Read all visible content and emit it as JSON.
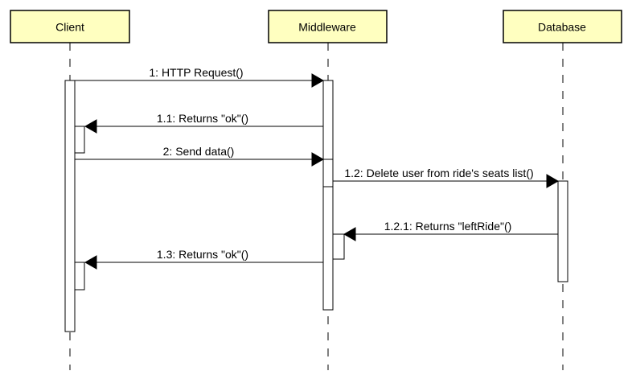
{
  "colors": {
    "participant_fill": "#ffffc0",
    "line": "#000000",
    "activation_fill": "#ffffff"
  },
  "participants": [
    {
      "id": "client",
      "name": "Client"
    },
    {
      "id": "middleware",
      "name": "Middleware"
    },
    {
      "id": "database",
      "name": "Database"
    }
  ],
  "messages": [
    {
      "id": "m1",
      "label": "1: HTTP Request()",
      "from": "client",
      "to": "middleware",
      "kind": "sync"
    },
    {
      "id": "m1_1",
      "label": "1.1: Returns \"ok\"()",
      "from": "middleware",
      "to": "client",
      "kind": "sync"
    },
    {
      "id": "m2",
      "label": "2: Send data()",
      "from": "client",
      "to": "middleware",
      "kind": "sync"
    },
    {
      "id": "m1_2",
      "label": "1.2: Delete user from ride's seats list()",
      "from": "middleware",
      "to": "database",
      "kind": "sync"
    },
    {
      "id": "m1_2_1",
      "label": "1.2.1: Returns \"leftRide\"()",
      "from": "database",
      "to": "middleware",
      "kind": "sync"
    },
    {
      "id": "m1_3",
      "label": "1.3: Returns \"ok\"()",
      "from": "middleware",
      "to": "client",
      "kind": "sync"
    }
  ]
}
